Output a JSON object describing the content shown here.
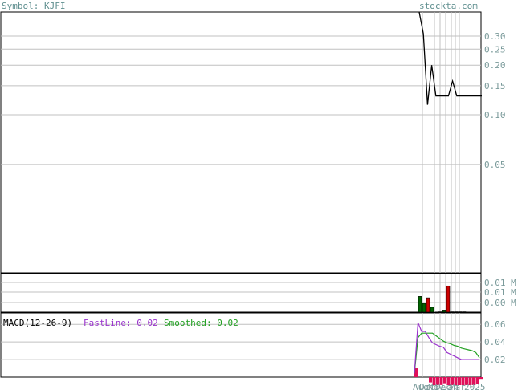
{
  "header": {
    "symbol_label": "Symbol: KJFI",
    "watermark": "stockta.com"
  },
  "colors": {
    "frame": "#000000",
    "grid": "#c0c0c0",
    "axis_text": "#7a9a9a",
    "header_text": "#5f8f8f",
    "price_line": "#000000",
    "volume_up": "#006400",
    "volume_down": "#cc0000",
    "macd_fast": "#9932cc",
    "macd_smooth": "#22a022",
    "histogram": "#e0105a"
  },
  "chart_data": [
    {
      "type": "line",
      "panel": "price",
      "y_scale": "log",
      "yticks": [
        "0.30",
        "0.25",
        "0.20",
        "0.15",
        "0.10",
        "0.05"
      ],
      "ytick_values": [
        0.3,
        0.25,
        0.2,
        0.15,
        0.1,
        0.05
      ],
      "ylim": [
        0.011,
        0.42
      ],
      "series": [
        {
          "values": [
            0.42,
            0.31,
            0.115,
            0.2,
            0.13,
            0.13,
            0.13,
            0.13,
            0.16,
            0.13,
            0.13,
            0.13,
            0.13,
            0.13,
            0.13,
            0.13
          ]
        }
      ]
    },
    {
      "type": "bar",
      "panel": "volume",
      "yticks": [
        "0.01 M",
        "0.01 M",
        "0.00 M"
      ],
      "values": [
        0.0045,
        0.0025,
        0.0041,
        0.0014,
        0.0001,
        0.0006,
        0.0075,
        0.0001,
        0.0001,
        0.0001,
        0.0001
      ],
      "directions": [
        "up",
        "up",
        "down",
        "up",
        "up",
        "up",
        "down",
        "up",
        "up",
        "up",
        "up"
      ],
      "ylim": [
        0,
        0.011
      ]
    },
    {
      "type": "line",
      "panel": "macd",
      "title": "MACD(12-26-9)",
      "fast_label": "FastLine: 0.02",
      "smooth_label": "Smoothed: 0.02",
      "yticks": [
        "0.06",
        "0.04",
        "0.02"
      ],
      "ytick_values": [
        0.06,
        0.04,
        0.02
      ],
      "ylim": [
        0.0,
        0.073
      ],
      "series": [
        {
          "name": "FastLine",
          "values": [
            0.004,
            0.062,
            0.052,
            0.052,
            0.045,
            0.039,
            0.037,
            0.035,
            0.034,
            0.028,
            0.026,
            0.024,
            0.022,
            0.02,
            0.02,
            0.02,
            0.02,
            0.02,
            0.02
          ]
        },
        {
          "name": "Smoothed",
          "values": [
            0.004,
            0.045,
            0.05,
            0.05,
            0.05,
            0.05,
            0.047,
            0.044,
            0.041,
            0.039,
            0.038,
            0.036,
            0.035,
            0.033,
            0.032,
            0.031,
            0.03,
            0.028,
            0.022
          ]
        },
        {
          "name": "Histogram",
          "values": [
            0.01,
            0.0,
            0.0,
            0.0,
            -0.006,
            -0.011,
            -0.01,
            -0.009,
            -0.007,
            -0.011,
            -0.012,
            -0.012,
            -0.013,
            -0.013,
            -0.012,
            -0.011,
            -0.01,
            -0.008,
            -0.002
          ]
        }
      ]
    }
  ],
  "x_axis": {
    "tick_labels": [
      "Aug",
      "Oct",
      "Nov",
      "Dec",
      "Jan",
      "Mar",
      "2025"
    ]
  }
}
